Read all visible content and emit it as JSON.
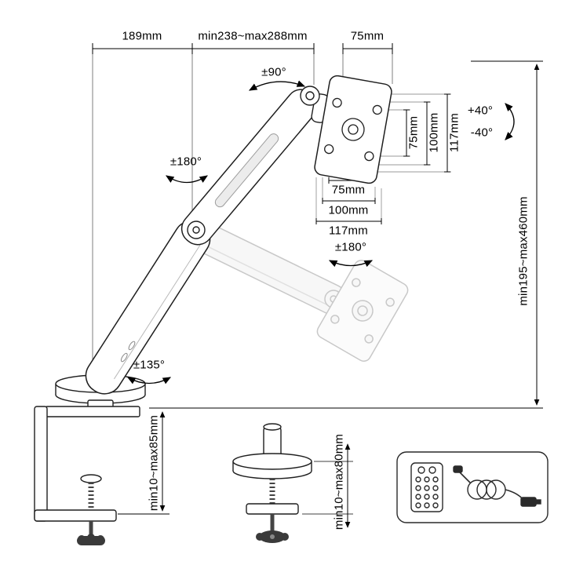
{
  "labels": {
    "arm_depth": "189mm",
    "extension_range": "min238~max288mm",
    "vesa_width_top": "75mm",
    "swivel_top": "±90°",
    "swivel_arm": "±180°",
    "vesa_v75": "75mm",
    "vesa_v100": "100mm",
    "vesa_v117": "117mm",
    "tilt_up": "+40°",
    "tilt_down": "-40°",
    "vesa_h75": "75mm",
    "vesa_h100": "100mm",
    "vesa_h117": "117mm",
    "rotate_vesa": "±180°",
    "height_range": "min195~max460mm",
    "swivel_base": "±135°",
    "clamp_range": "min10~max85mm",
    "grommet_range": "min10~max80mm"
  },
  "icons": [
    {
      "name": "screw-pack-icon"
    },
    {
      "name": "cable-icon"
    }
  ],
  "colors": {
    "line": "#1f1f1f",
    "dimension": "#000000",
    "ghost": "#c8c8c8",
    "background": "#ffffff"
  }
}
